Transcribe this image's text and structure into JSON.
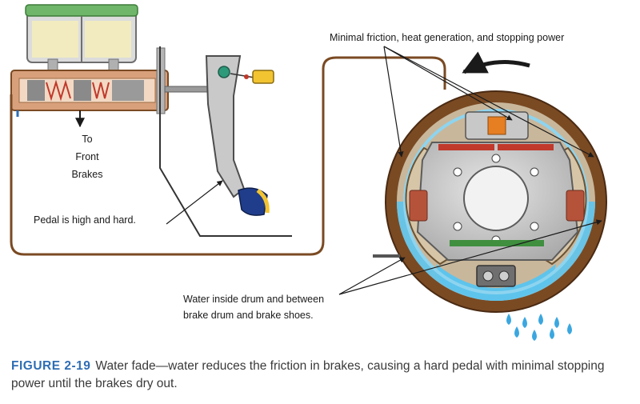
{
  "labels": {
    "front_brakes": [
      "To",
      "Front",
      "Brakes"
    ],
    "pedal": "Pedal is high and hard.",
    "friction": "Minimal friction, heat generation, and stopping power",
    "water": [
      "Water inside drum and between",
      "brake drum and brake shoes."
    ]
  },
  "caption": {
    "number": "FIGURE 2-19",
    "text": "Water fade—water reduces the friction in brakes, causing a hard pedal with minimal stopping power until the brakes dry out."
  },
  "colors": {
    "drum_brown": "#7a4a23",
    "water_blue": "#5ec4ec",
    "fluid_yellow": "#f1ebbf",
    "caption_blue": "#2e6db4"
  }
}
